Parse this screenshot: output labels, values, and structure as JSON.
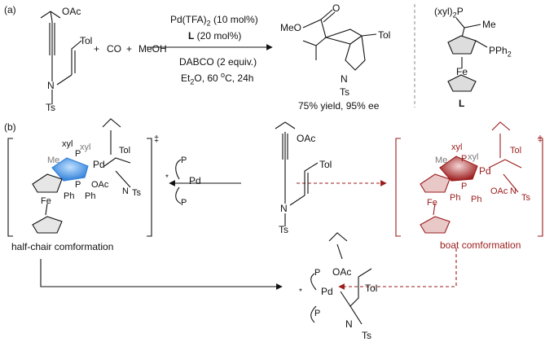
{
  "part_a": {
    "label": "(a)",
    "reactants": {
      "oac": "OAc",
      "tol": "Tol",
      "n": "N",
      "ts": "Ts",
      "plus1": "+",
      "co": "CO",
      "plus2": "+",
      "meoh": "MeOH"
    },
    "conditions": {
      "catalyst": "Pd(TFA)",
      "catalyst_sub": "2",
      "catalyst_load": " (10 mol%)",
      "ligand": "L",
      "ligand_load": " (20 mol%)",
      "base": "DABCO (2 equiv.)",
      "solvent": "Et",
      "solvent_sub": "2",
      "solvent_rest": "O, 60 ",
      "degree": "o",
      "temp_unit": "C, 24h"
    },
    "product": {
      "meo": "MeO",
      "o": "O",
      "tol": "Tol",
      "n": "N",
      "ts": "Ts",
      "result": "75% yield, 95% ee"
    },
    "ligand_structure": {
      "xyl_p": "(xyl)",
      "xyl_p_sub": "2",
      "xyl_p_end": "P",
      "me": "Me",
      "pph2": "PPh",
      "pph2_sub": "2",
      "fe": "Fe",
      "name": "L"
    }
  },
  "part_b": {
    "label": "(b)",
    "left_ts": {
      "me": "Me",
      "xyl1": "xyl",
      "xyl2": "xyl",
      "p_top": "P",
      "pd": "Pd",
      "p_bot": "P",
      "ph1": "Ph",
      "ph2": "Ph",
      "oac": "OAc",
      "tol": "Tol",
      "n": "N",
      "ts": "Ts",
      "fe": "Fe",
      "dagger": "‡",
      "caption": "half-chair comformation"
    },
    "center": {
      "star": "*",
      "p_top": "P",
      "pd": "Pd",
      "p_bot": "P",
      "oac": "OAc",
      "tol": "Tol",
      "n": "N",
      "ts": "Ts"
    },
    "right_ts": {
      "me": "Me",
      "xyl1": "xyl",
      "xyl2": "xyl",
      "p_top": "P",
      "pd": "Pd",
      "p_bot": "P",
      "ph1": "Ph",
      "ph2": "Ph",
      "oac": "OAc",
      "tol": "Tol",
      "n": "N",
      "ts": "Ts",
      "fe": "Fe",
      "dagger": "‡",
      "caption": "boat comformation"
    },
    "bottom": {
      "star": "*",
      "p_top": "P",
      "pd": "Pd",
      "p_bot": "P",
      "oac": "OAc",
      "tol": "Tol",
      "n": "N",
      "ts": "Ts"
    }
  },
  "colors": {
    "bond": "#111111",
    "blue_ring": "#2f7fd8",
    "red_ring": "#9b1b1b",
    "red_text": "#9b1b1b",
    "grey": "#7a7a7a"
  }
}
